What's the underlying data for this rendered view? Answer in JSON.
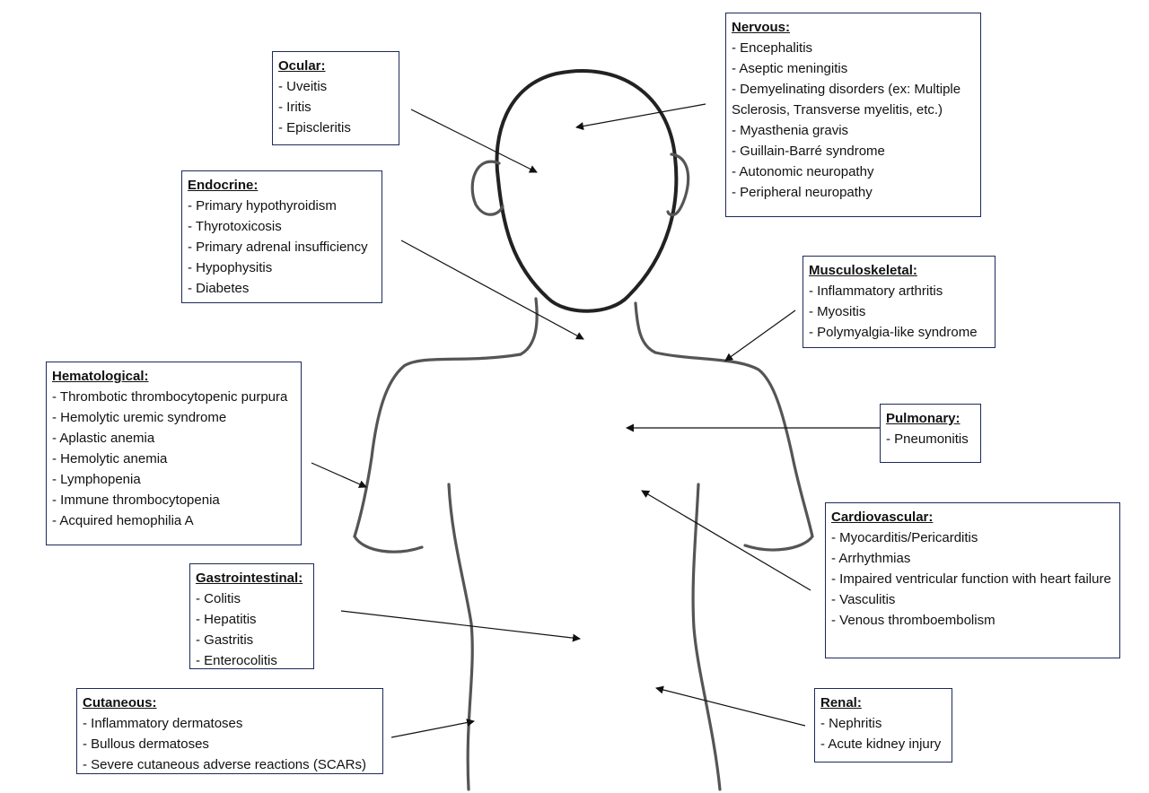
{
  "colors": {
    "box_border": "#1c2a5a",
    "outline": "#555555",
    "arrow": "#111111"
  },
  "categories": {
    "ocular": {
      "title": "Ocular:",
      "items": [
        "Uveitis",
        "Iritis",
        "Episcleritis"
      ]
    },
    "nervous": {
      "title": "Nervous:",
      "items": [
        "Encephalitis",
        "Aseptic meningitis",
        "Demyelinating disorders (ex: Multiple",
        "Sclerosis, Transverse myelitis, etc.)",
        "Myasthenia gravis",
        "Guillain-Barré syndrome",
        "Autonomic neuropathy",
        "Peripheral neuropathy"
      ]
    },
    "endocrine": {
      "title": "Endocrine:",
      "items": [
        "Primary hypothyroidism",
        "Thyrotoxicosis",
        "Primary adrenal insufficiency",
        "Hypophysitis",
        "Diabetes"
      ]
    },
    "musculoskeletal": {
      "title": "Musculoskeletal:",
      "items": [
        "Inflammatory arthritis",
        "Myositis",
        "Polymyalgia-like syndrome"
      ]
    },
    "hematological": {
      "title": "Hematological:",
      "items": [
        "Thrombotic thrombocytopenic purpura",
        "Hemolytic uremic syndrome",
        "Aplastic anemia",
        "Hemolytic anemia",
        "Lymphopenia",
        "Immune thrombocytopenia",
        "Acquired hemophilia A"
      ]
    },
    "pulmonary": {
      "title": "Pulmonary:",
      "items": [
        "Pneumonitis"
      ]
    },
    "cardiovascular": {
      "title": "Cardiovascular:",
      "items": [
        "Myocarditis/Pericarditis",
        "Arrhythmias",
        "Impaired ventricular function with heart failure",
        "Vasculitis",
        "Venous thromboembolism"
      ]
    },
    "gastrointestinal": {
      "title": "Gastrointestinal:",
      "items": [
        "Colitis",
        "Hepatitis",
        "Gastritis",
        "Enterocolitis"
      ]
    },
    "cutaneous": {
      "title": "Cutaneous:",
      "items": [
        "Inflammatory dermatoses",
        "Bullous dermatoses",
        "Severe cutaneous adverse reactions (SCARs)"
      ]
    },
    "renal": {
      "title": "Renal:",
      "items": [
        "Nephritis",
        "Acute kidney injury"
      ]
    }
  }
}
